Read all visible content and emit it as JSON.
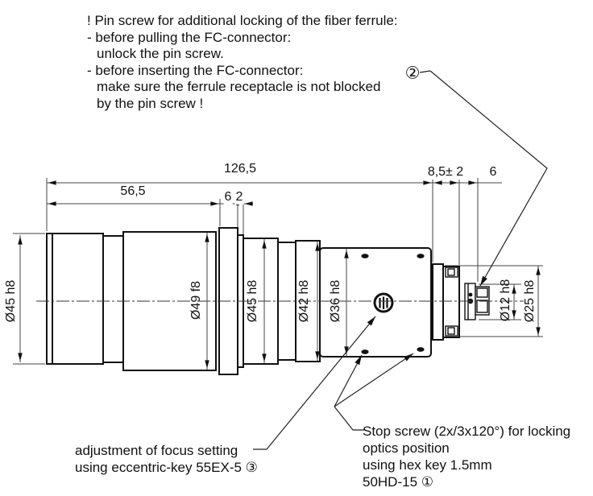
{
  "notes": {
    "pin_screw": [
      "! Pin screw for additional locking of the fiber ferrule:",
      "- before pulling the FC-connector:",
      "unlock the pin screw.",
      "- before inserting the FC-connector:",
      "make sure the ferrule receptacle is not blocked",
      "by the pin screw !"
    ],
    "focus": [
      "adjustment of focus setting",
      "using eccentric-key 55EX-5 ③"
    ],
    "stop_screw": [
      "Stop screw (2x/3x120°) for locking",
      "optics position",
      "using hex key 1.5mm",
      "50HD-15 ①"
    ]
  },
  "callouts": {
    "pin_screw_ref": "②"
  },
  "dimensions": {
    "overall_length": "126,5",
    "front_length": "56,5",
    "flange_width": "6",
    "ring_width": "2",
    "rear_offset": "8,5± 2",
    "connector_length": "6",
    "dia_body_front": "Ø45 h8",
    "dia_body_main": "Ø49 f8",
    "dia_mid": "Ø45 h8",
    "dia_rear": "Ø42 h8",
    "dia_block": "Ø36 h8",
    "dia_ferrule": "Ø12 h8",
    "dia_plate": "Ø25 h8"
  }
}
